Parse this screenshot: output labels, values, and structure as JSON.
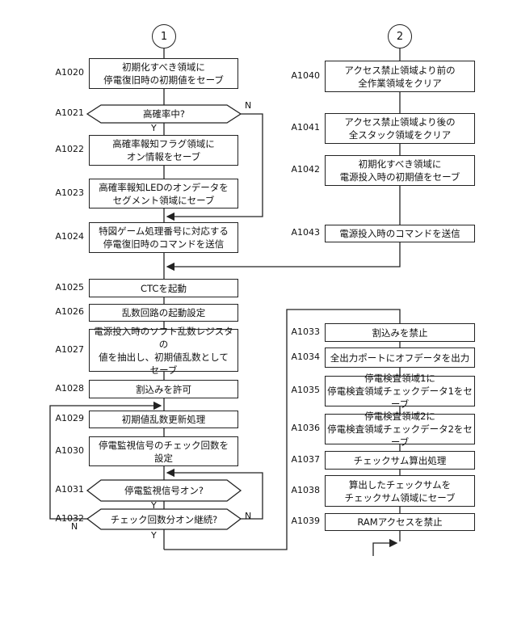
{
  "connectors": [
    "1",
    "2"
  ],
  "steps": {
    "A1020": {
      "label": "A1020",
      "lines": [
        "初期化すべき領域に",
        "停電復旧時の初期値をセーブ"
      ]
    },
    "A1021": {
      "label": "A1021",
      "lines": [
        "高確率中?"
      ]
    },
    "A1022": {
      "label": "A1022",
      "lines": [
        "高確率報知フラグ領域に",
        "オン情報をセーブ"
      ]
    },
    "A1023": {
      "label": "A1023",
      "lines": [
        "高確率報知LEDのオンデータを",
        "セグメント領域にセーブ"
      ]
    },
    "A1024": {
      "label": "A1024",
      "lines": [
        "特図ゲーム処理番号に対応する",
        "停電復旧時のコマンドを送信"
      ]
    },
    "A1025": {
      "label": "A1025",
      "lines": [
        "CTCを起動"
      ]
    },
    "A1026": {
      "label": "A1026",
      "lines": [
        "乱数回路の起動設定"
      ]
    },
    "A1027": {
      "label": "A1027",
      "lines": [
        "電源投入時のソフト乱数レジスタの",
        "値を抽出し、初期値乱数として",
        "セーブ"
      ]
    },
    "A1028": {
      "label": "A1028",
      "lines": [
        "割込みを許可"
      ]
    },
    "A1029": {
      "label": "A1029",
      "lines": [
        "初期値乱数更新処理"
      ]
    },
    "A1030": {
      "label": "A1030",
      "lines": [
        "停電監視信号のチェック回数を",
        "設定"
      ]
    },
    "A1031": {
      "label": "A1031",
      "lines": [
        "停電監視信号オン?"
      ]
    },
    "A1032": {
      "label": "A1032",
      "lines": [
        "チェック回数分オン継続?"
      ]
    },
    "A1033": {
      "label": "A1033",
      "lines": [
        "割込みを禁止"
      ]
    },
    "A1034": {
      "label": "A1034",
      "lines": [
        "全出力ポートにオフデータを出力"
      ]
    },
    "A1035": {
      "label": "A1035",
      "lines": [
        "停電検査領域1に",
        "停電検査領域チェックデータ1をセーブ"
      ]
    },
    "A1036": {
      "label": "A1036",
      "lines": [
        "停電検査領域2に",
        "停電検査領域チェックデータ2をセーブ"
      ]
    },
    "A1037": {
      "label": "A1037",
      "lines": [
        "チェックサム算出処理"
      ]
    },
    "A1038": {
      "label": "A1038",
      "lines": [
        "算出したチェックサムを",
        "チェックサム領域にセーブ"
      ]
    },
    "A1039": {
      "label": "A1039",
      "lines": [
        "RAMアクセスを禁止"
      ]
    },
    "A1040": {
      "label": "A1040",
      "lines": [
        "アクセス禁止領域より前の",
        "全作業領域をクリア"
      ]
    },
    "A1041": {
      "label": "A1041",
      "lines": [
        "アクセス禁止領域より後の",
        "全スタック領域をクリア"
      ]
    },
    "A1042": {
      "label": "A1042",
      "lines": [
        "初期化すべき領域に",
        "電源投入時の初期値をセーブ"
      ]
    },
    "A1043": {
      "label": "A1043",
      "lines": [
        "電源投入時のコマンドを送信"
      ]
    }
  },
  "branch_labels": {
    "yes": "Y",
    "no": "N"
  }
}
